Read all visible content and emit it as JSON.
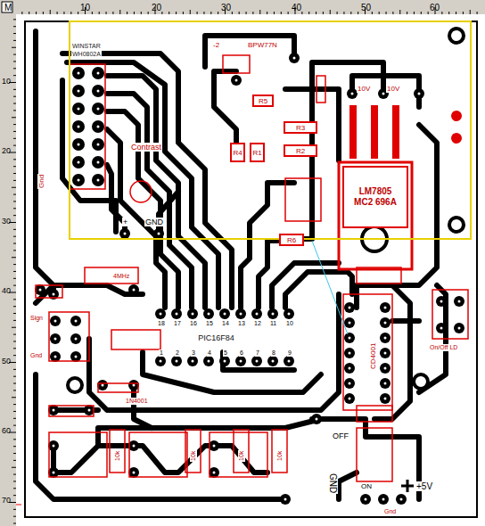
{
  "diagram": {
    "nodes": [
      {
        "text": [
          "R5"
        ]
      },
      {
        "text": [
          "R4"
        ]
      },
      {
        "text": [
          "R1"
        ]
      },
      {
        "text": [
          "R3"
        ]
      },
      {
        "text": [
          "R2"
        ]
      },
      {
        "text": [
          "R6"
        ]
      },
      {
        "text": [
          "LM7805",
          "MC2 696A"
        ]
      },
      {
        "text": [
          "PIC16F84"
        ]
      }
    ],
    "labels": [
      "M",
      "10",
      "20",
      "30",
      "40",
      "50",
      "60",
      "10",
      "20",
      "30",
      "40",
      "50",
      "60",
      "70",
      "WINSTAR",
      "WH0802A",
      "Contrast",
      "Gnd",
      "-2",
      "BPW77N",
      "10V",
      "10V",
      "+",
      "GND",
      "Sign",
      "Gnd",
      "4MHz",
      "18",
      "17",
      "16",
      "15",
      "14",
      "13",
      "12",
      "11",
      "10",
      "1",
      "2",
      "3",
      "4",
      "5",
      "6",
      "7",
      "8",
      "9",
      "1N4001",
      "10k",
      "10k",
      "10k",
      "10k",
      "CD4001",
      "On/Off LD",
      "OFF",
      "ON",
      "GND",
      "+5V",
      "Gnd"
    ]
  }
}
